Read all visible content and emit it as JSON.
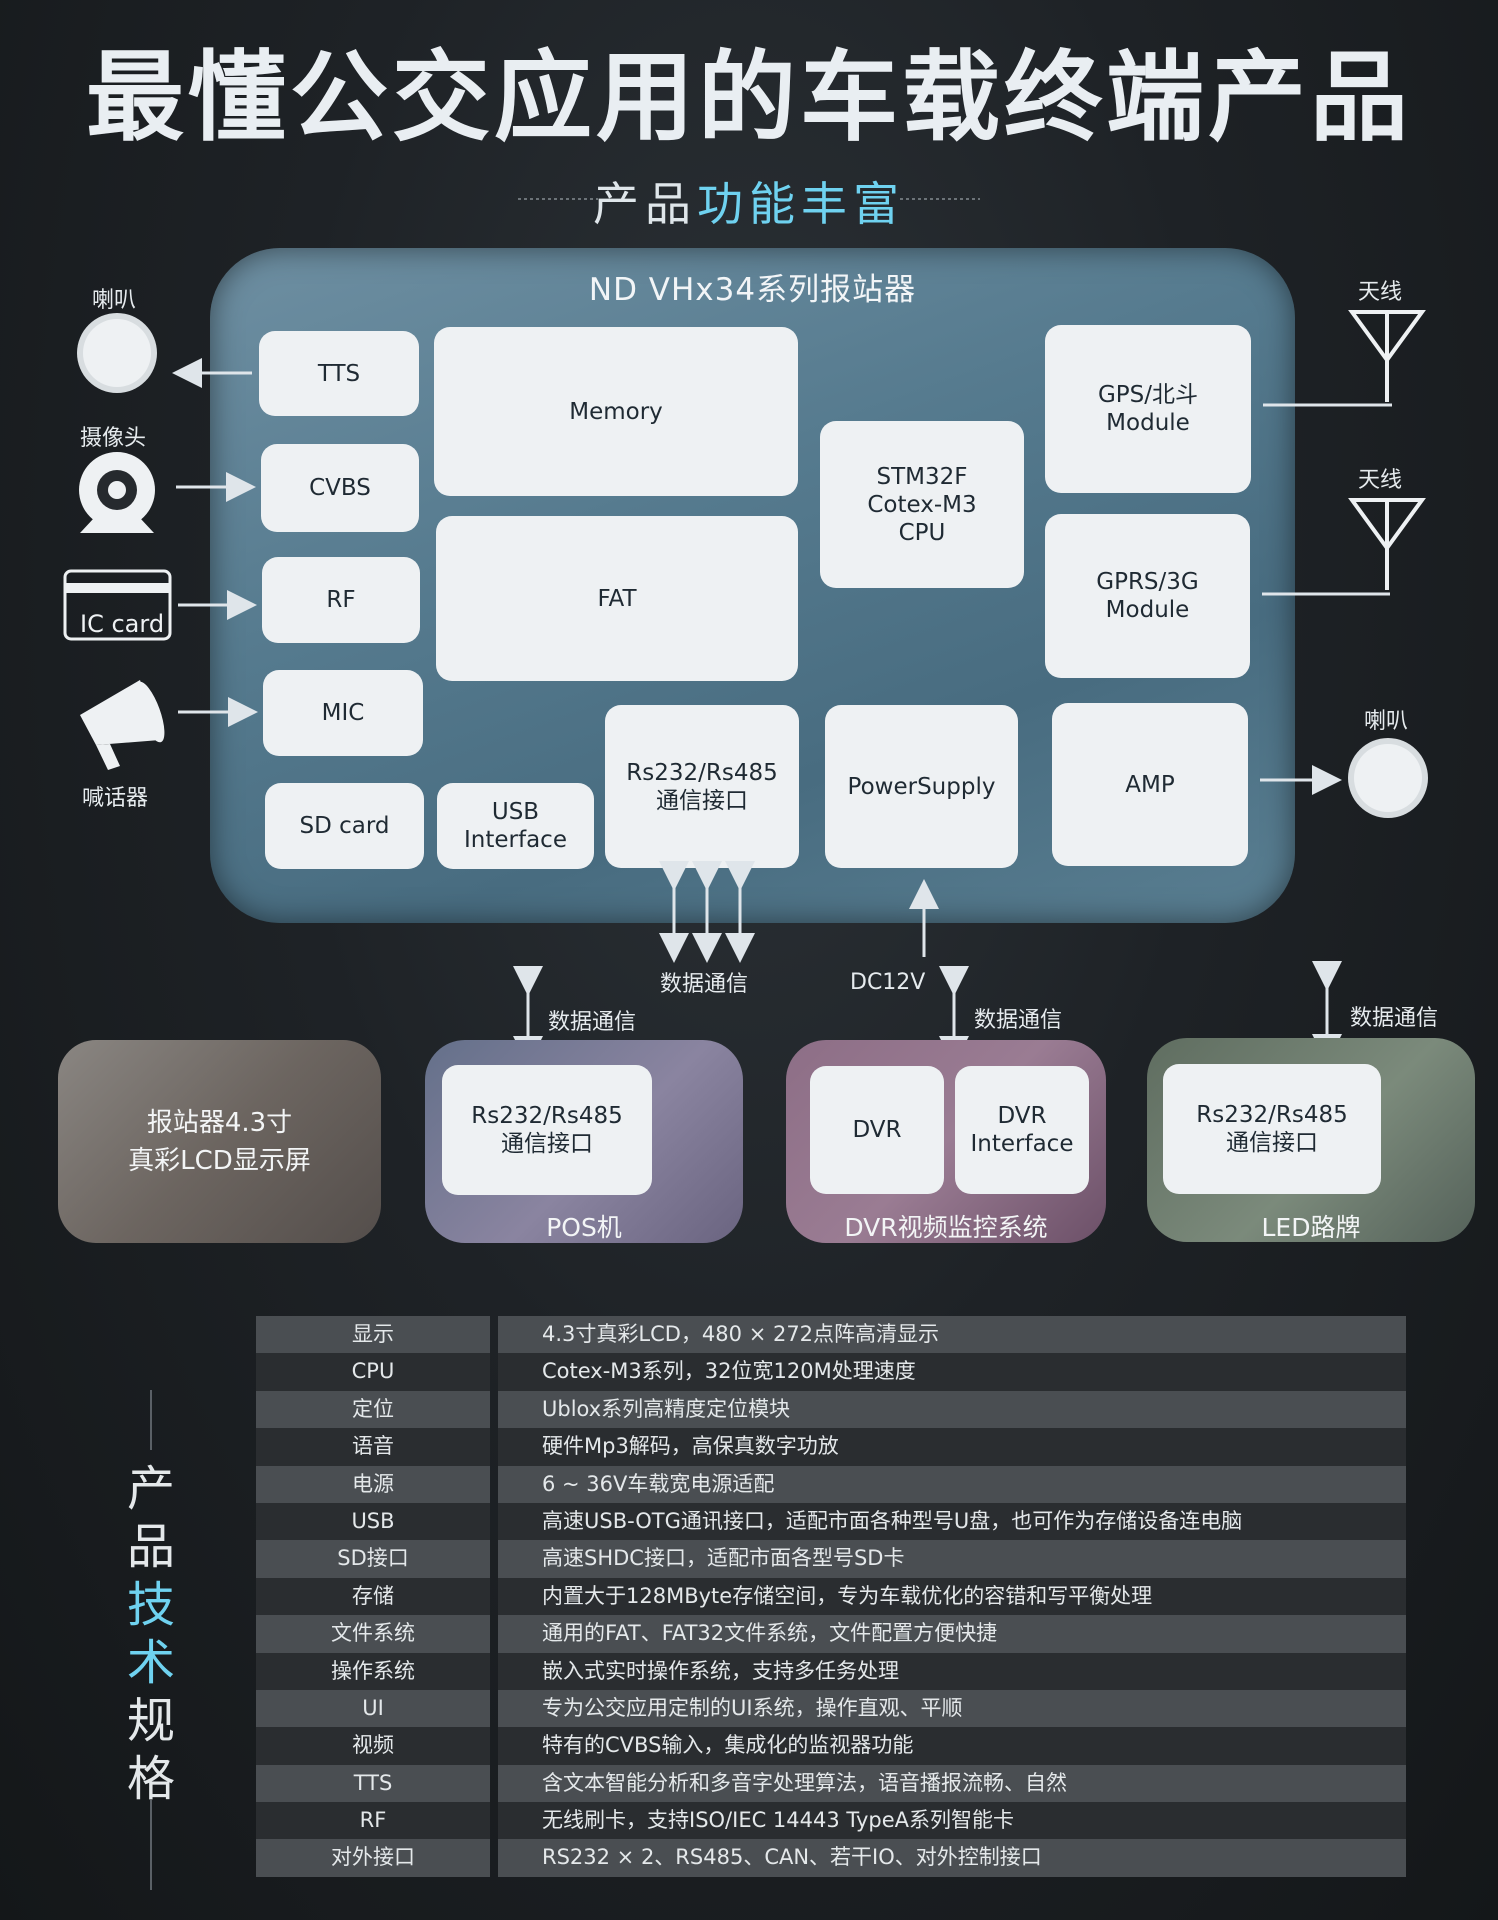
{
  "title": "最懂公交应用的车载终端产品",
  "subtitle_part1": "产品",
  "subtitle_part2": "功能丰富",
  "device": {
    "title": "ND  VHx34系列报站器",
    "blocks": {
      "tts": "TTS",
      "cvbs": "CVBS",
      "rf": "RF",
      "mic": "MIC",
      "sdcard": "SD card",
      "usb": "USB\nInterface",
      "memory": "Memory",
      "fat": "FAT",
      "cpu": "STM32F\nCotex-M3\nCPU",
      "rs": "Rs232/Rs485\n通信接口",
      "power": "PowerSupply",
      "gps": "GPS/北斗\nModule",
      "gprs": "GPRS/3G\nModule",
      "amp": "AMP"
    }
  },
  "peripherals": {
    "speaker_left": "喇叭",
    "camera": "摄像头",
    "ic_card": "IC card",
    "megaphone": "喊话器",
    "antenna1": "天线",
    "antenna2": "天线",
    "speaker_right": "喇叭"
  },
  "links": {
    "data_comm_center": "数据通信",
    "dc12v": "DC12V",
    "data_comm_pos": "数据通信",
    "data_comm_dvr": "数据通信",
    "data_comm_led": "数据通信"
  },
  "boards": {
    "lcd": "报站器4.3寸\n真彩LCD显示屏",
    "pos_inner": "Rs232/Rs485\n通信接口",
    "pos_label": "POS机",
    "dvr": "DVR",
    "dvr_interface": "DVR\nInterface",
    "dvr_label": "DVR视频监控系统",
    "led_inner": "Rs232/Rs485\n通信接口",
    "led_label": "LED路牌"
  },
  "spec_title_part1": "产品",
  "spec_title_part2": "技术",
  "spec_title_part3": "规格",
  "specs": [
    {
      "name": "显示",
      "value": "4.3寸真彩LCD，480 × 272点阵高清显示"
    },
    {
      "name": "CPU",
      "value": "Cotex-M3系列，32位宽120M处理速度"
    },
    {
      "name": "定位",
      "value": "Ublox系列高精度定位模块"
    },
    {
      "name": "语音",
      "value": "硬件Mp3解码，高保真数字功放"
    },
    {
      "name": "电源",
      "value": "6 ~ 36V车载宽电源适配"
    },
    {
      "name": "USB",
      "value": "高速USB-OTG通讯接口，适配市面各种型号U盘，也可作为存储设备连电脑"
    },
    {
      "name": "SD接口",
      "value": "高速SHDC接口，适配市面各型号SD卡"
    },
    {
      "name": "存储",
      "value": "内置大于128MByte存储空间，专为车载优化的容错和写平衡处理"
    },
    {
      "name": "文件系统",
      "value": "通用的FAT、FAT32文件系统，文件配置方便快捷"
    },
    {
      "name": "操作系统",
      "value": "嵌入式实时操作系统，支持多任务处理"
    },
    {
      "name": "UI",
      "value": "专为公交应用定制的UI系统，操作直观、平顺"
    },
    {
      "name": "视频",
      "value": "特有的CVBS输入，集成化的监视器功能"
    },
    {
      "name": "TTS",
      "value": "含文本智能分析和多音字处理算法，语音播报流畅、自然"
    },
    {
      "name": "RF",
      "value": "无线刷卡，支持ISO/IEC 14443 TypeA系列智能卡"
    },
    {
      "name": "对外接口",
      "value": "RS232 × 2、RS485、CAN、若干IO、对外控制接口"
    }
  ]
}
